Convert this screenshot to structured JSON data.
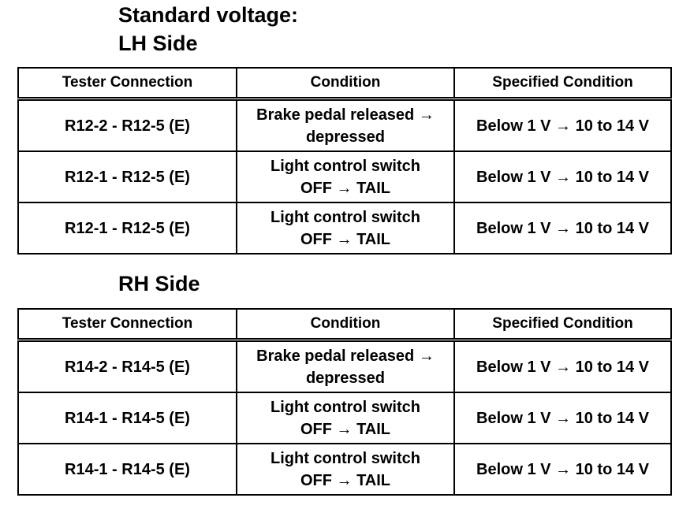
{
  "title": "Standard voltage:",
  "sections": [
    {
      "heading": "LH Side",
      "headers": [
        "Tester Connection",
        "Condition",
        "Specified Condition"
      ],
      "rows": [
        {
          "connection": "R12-2 - R12-5 (E)",
          "condition_line1": "Brake pedal released →",
          "condition_line2": "depressed",
          "specified": "Below 1 V → 10 to 14 V"
        },
        {
          "connection": "R12-1 - R12-5 (E)",
          "condition_line1": "Light control switch",
          "condition_line2": "OFF → TAIL",
          "specified": "Below 1 V → 10 to 14 V"
        },
        {
          "connection": "R12-1 - R12-5 (E)",
          "condition_line1": "Light control switch",
          "condition_line2": "OFF → TAIL",
          "specified": "Below 1 V → 10 to 14 V"
        }
      ]
    },
    {
      "heading": "RH Side",
      "headers": [
        "Tester Connection",
        "Condition",
        "Specified Condition"
      ],
      "rows": [
        {
          "connection": "R14-2 - R14-5 (E)",
          "condition_line1": "Brake pedal released →",
          "condition_line2": "depressed",
          "specified": "Below 1 V → 10 to 14 V"
        },
        {
          "connection": "R14-1 - R14-5 (E)",
          "condition_line1": "Light control switch",
          "condition_line2": "OFF → TAIL",
          "specified": "Below 1 V → 10 to 14 V"
        },
        {
          "connection": "R14-1 - R14-5 (E)",
          "condition_line1": "Light control switch",
          "condition_line2": "OFF → TAIL",
          "specified": "Below 1 V → 10 to 14 V"
        }
      ]
    }
  ]
}
